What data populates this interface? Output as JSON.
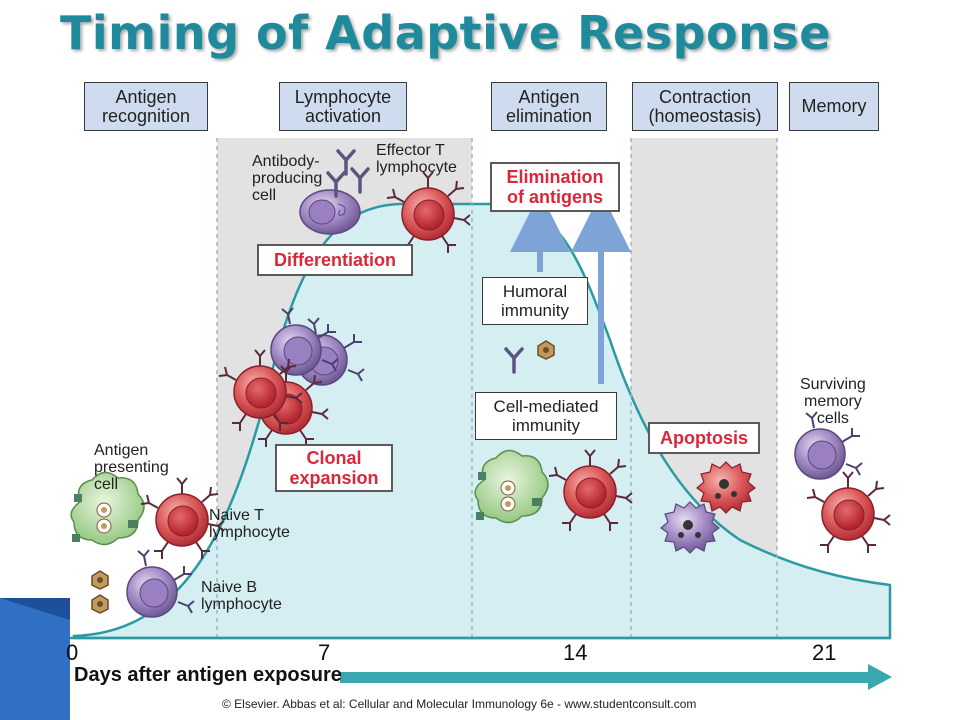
{
  "title": "Timing of Adaptive Response",
  "phases": [
    {
      "label": "Antigen\nrecognition"
    },
    {
      "label": "Lymphocyte\nactivation"
    },
    {
      "label": "Antigen\nelimination"
    },
    {
      "label": "Contraction\n(homeostasis)"
    },
    {
      "label": "Memory"
    }
  ],
  "process_labels": {
    "differentiation": "Differentiation",
    "clonal_expansion": "Clonal\nexpansion",
    "elimination": "Elimination\nof antigens",
    "apoptosis": "Apoptosis",
    "humoral": "Humoral\nimmunity",
    "cell_mediated": "Cell-mediated\nimmunity"
  },
  "cell_labels": {
    "antibody_producing": "Antibody-\nproducing\ncell",
    "effector_t": "Effector T\nlymphocyte",
    "antigen_presenting": "Antigen\npresenting\ncell",
    "naive_t": "Naive T\nlymphocyte",
    "naive_b": "Naive B\nlymphocyte",
    "surviving_memory": "Surviving\nmemory\ncells"
  },
  "axis": {
    "ticks": [
      "0",
      "7",
      "14",
      "21"
    ],
    "title": "Days after antigen exposure"
  },
  "copyright": "© Elsevier. Abbas et al: Cellular and Molecular Immunology 6e - www.studentconsult.com",
  "colors": {
    "title": "#1f8a9c",
    "curve_fill": "#d4eef2",
    "curve_line": "#2c9aa3",
    "phase_box": "#cfdcef",
    "highlight_text": "#d8283a",
    "arrow": "#3aa6b0"
  }
}
